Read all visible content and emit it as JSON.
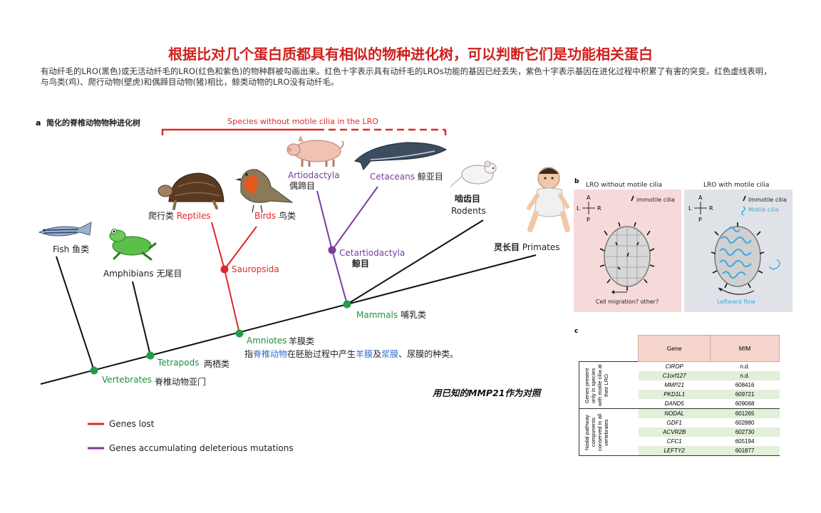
{
  "title": "根据比对几个蛋白质都具有相似的物种进化树，可以判断它们是功能相关蛋白",
  "description": "有动纤毛的LRO(黑色)或无活动纤毛的LRO(红色和紫色)的物种群被勾画出来。红色十字表示具有动纤毛的LROs功能的基因已经丢失，紫色十字表示基因在进化过程中积累了有害的突变。红色虚线表明，与鸟类(鸡)、爬行动物(壁虎)和偶蹄目动物(猪)相比，鲸类动物的LRO没有动纤毛。",
  "panel_a": {
    "letter": "a",
    "title": "简化的脊椎动物物种进化树",
    "bracket_label": "Species without motile cilia in the LRO",
    "taxa": {
      "fish": "Fish",
      "fish_cn": "鱼类",
      "amphibians": "Amphibians",
      "amphibians_cn": "无尾目",
      "reptiles_cn": "爬行类",
      "reptiles": "Reptiles",
      "birds": "Birds",
      "birds_cn": "鸟类",
      "artiodactyla": "Artiodactyla",
      "artiodactyla_cn": "偶蹄目",
      "cetaceans": "Cetaceans",
      "cetaceans_cn": "鲸亚目",
      "rodents_cn": "啮齿目",
      "rodents": "Rodents",
      "primates_cn": "灵长目",
      "primates": "Primates"
    },
    "nodes": {
      "vertebrates": "Vertebrates",
      "vertebrates_cn": "脊椎动物亚门",
      "tetrapods": "Tetrapods",
      "tetrapods_cn": "两栖类",
      "amniotes": "Amniotes",
      "amniotes_cn": "羊膜类",
      "sauropsida": "Sauropsida",
      "mammals": "Mammals",
      "mammals_cn": "哺乳类",
      "cetartiodactyla": "Cetartiodactyla",
      "cetartiodactyla_cn": "鲸目"
    },
    "amniote_note": {
      "p1": "指",
      "p2": "脊椎动物",
      "p3": "在胚胎过程中产生",
      "p4": "羊膜",
      "p5": "及",
      "p6": "浆膜",
      "p7": "、尿膜的种类。"
    },
    "legend": {
      "genes_lost": "Genes lost",
      "deleterious": "Genes accumulating deleterious mutations"
    }
  },
  "panel_b": {
    "letter": "b",
    "left_title": "LRO without motile cilia",
    "right_title": "LRO with motile cilia",
    "axis": {
      "a": "A",
      "l": "L",
      "r": "R",
      "p": "P"
    },
    "immotile_left": "immotile cilia",
    "immotile_right": "Immotile cilia",
    "motile": "Motile cilia",
    "left_caption": "Cell migration? other?",
    "right_caption": "Leftward flow"
  },
  "panel_c": {
    "letter": "c",
    "headers": {
      "gene": "Gene",
      "mim": "MIM"
    },
    "group1_label": "Genes present only in species with motile cilia at their LRO",
    "group2_label": "Nodal pathway components conserved in all vertebrates",
    "group1_rows": [
      {
        "gene": "CIROP",
        "mim": "n.d."
      },
      {
        "gene": "C1orf127",
        "mim": "n.d."
      },
      {
        "gene": "MMP21",
        "mim": "608416"
      },
      {
        "gene": "PKD1L1",
        "mim": "609721"
      },
      {
        "gene": "DAND5",
        "mim": "609068"
      }
    ],
    "group2_rows": [
      {
        "gene": "NODAL",
        "mim": "601265"
      },
      {
        "gene": "GDF1",
        "mim": "602880"
      },
      {
        "gene": "ACVR2B",
        "mim": "602730"
      },
      {
        "gene": "CFC1",
        "mim": "605194"
      },
      {
        "gene": "LEFTY2",
        "mim": "601877"
      }
    ]
  },
  "note": "用已知的MMP21作为对照",
  "colors": {
    "red": "#e02828",
    "purple": "#7a3c9c",
    "green": "#1f9e45",
    "green_text": "#1f8e40",
    "blue_text": "#2f6fd0",
    "cyan_cilia": "#3ea8e0",
    "pink_panel": "#f6dada",
    "grey_panel": "#dfe3e8"
  }
}
